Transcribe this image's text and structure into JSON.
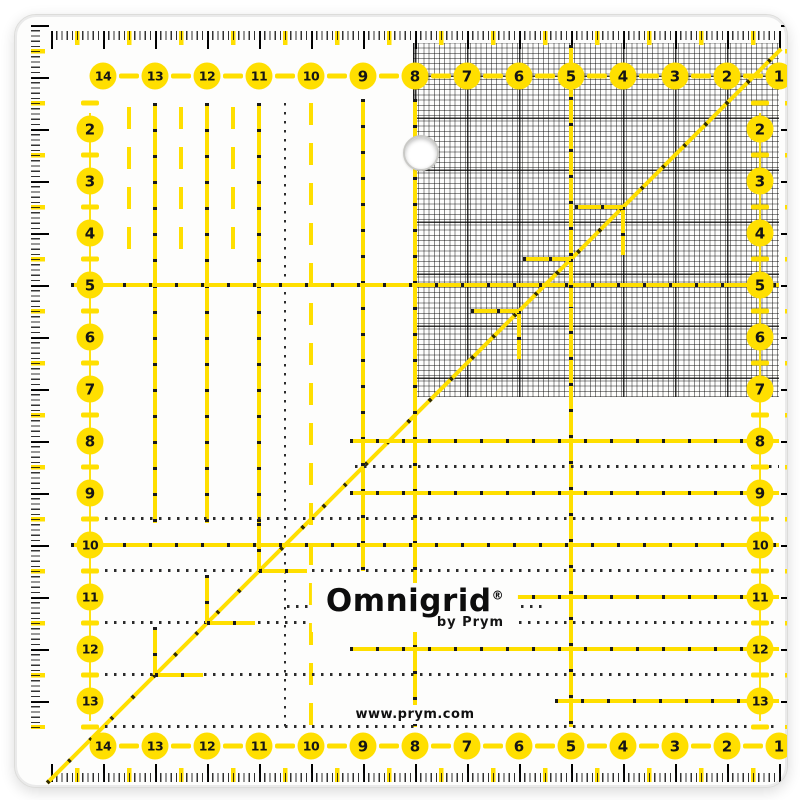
{
  "colors": {
    "yellow": "#FFDF00",
    "ink": "#161616",
    "body": "#FDFDFC"
  },
  "scales": {
    "top": [
      "14",
      "13",
      "12",
      "11",
      "10",
      "9",
      "8",
      "7",
      "6",
      "5",
      "4",
      "3",
      "2",
      "1"
    ],
    "bottom": [
      "14",
      "13",
      "12",
      "11",
      "10",
      "9",
      "8",
      "7",
      "6",
      "5",
      "4",
      "3",
      "2",
      "1"
    ],
    "left": [
      "2",
      "3",
      "4",
      "5",
      "6",
      "7",
      "8",
      "9",
      "10",
      "11",
      "12",
      "13"
    ],
    "right": [
      "2",
      "3",
      "4",
      "5",
      "6",
      "7",
      "8",
      "9",
      "10",
      "11",
      "12",
      "13"
    ]
  },
  "branding": {
    "name": "Omnigrid",
    "registered": "®",
    "byline": "by Prym",
    "website": "www.prym.com"
  }
}
